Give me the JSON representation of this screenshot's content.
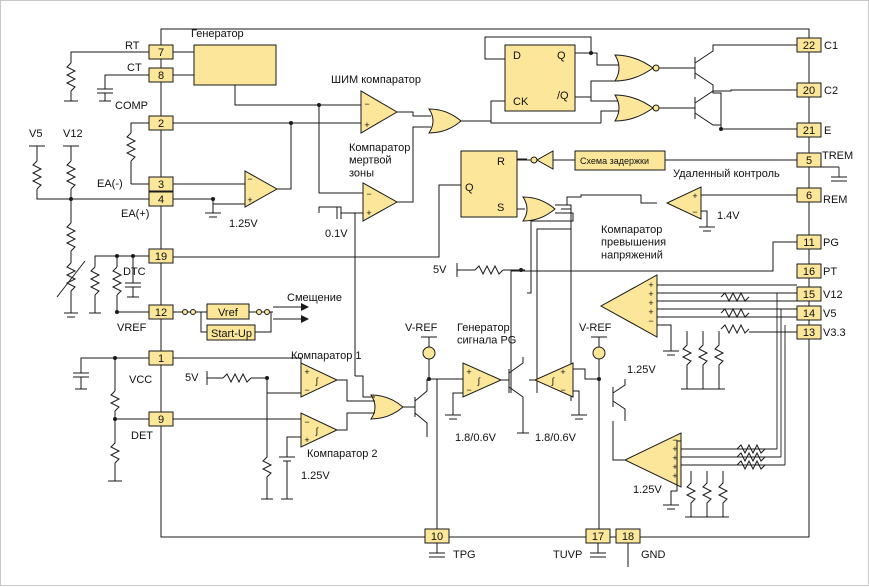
{
  "pins": {
    "RT": {
      "num": "7",
      "label": "RT"
    },
    "CT": {
      "num": "8",
      "label": "CT"
    },
    "COMP": {
      "num": "2",
      "label": "COMP"
    },
    "EAm": {
      "num": "3",
      "label": "EA(-)"
    },
    "EAp": {
      "num": "4",
      "label": "EA(+)"
    },
    "DTC": {
      "num": "19",
      "label": "DTC"
    },
    "VREF": {
      "num": "12",
      "label": "VREF"
    },
    "VCC": {
      "num": "1",
      "label": "VCC"
    },
    "DET": {
      "num": "9",
      "label": "DET"
    },
    "TPG": {
      "num": "10",
      "label": "TPG"
    },
    "TUVP": {
      "num": "17",
      "label": "TUVP"
    },
    "GND": {
      "num": "18",
      "label": "GND"
    },
    "C1": {
      "num": "22",
      "label": "C1"
    },
    "C2": {
      "num": "20",
      "label": "C2"
    },
    "E": {
      "num": "21",
      "label": "E"
    },
    "TREM": {
      "num": "5",
      "label": "TREM"
    },
    "REM": {
      "num": "6",
      "label": "REM"
    },
    "PG": {
      "num": "11",
      "label": "PG"
    },
    "PT": {
      "num": "16",
      "label": "PT"
    },
    "V12": {
      "num": "15",
      "label": "V12"
    },
    "V5": {
      "num": "14",
      "label": "V5"
    },
    "V33": {
      "num": "13",
      "label": "V3.3"
    }
  },
  "labels": {
    "generator": "Генератор",
    "pwm_comparator": "ШИМ компаратор",
    "deadtime_comparator": "Компаратор\nмертвой\nзоны",
    "delay_circuit": "Схема задержки",
    "remote_control": "Удаленный контроль",
    "ov_comparator": "Компаратор\nпревышения\nнапряжений",
    "bias": "Смещение",
    "vref_block": "Vref",
    "startup_block": "Start-Up",
    "comparator1": "Компаратор 1",
    "comparator2": "Компаратор 2",
    "pg_generator": "Генератор\nсигнала PG",
    "vref_left": "V-REF",
    "vref_right": "V-REF",
    "ff_d": "D",
    "ff_ck": "CK",
    "ff_q": "Q",
    "ff_nq": "/Q",
    "rs_r": "R",
    "rs_s": "S",
    "rs_q": "Q",
    "v_1_25_ea": "1.25V",
    "v_0_1": "0.1V",
    "v_1_4": "1.4V",
    "v_5_ov": "5V",
    "v_5_cmp": "5V",
    "v_1_25_cmp": "1.25V",
    "v_1_25_ov": "1.25V",
    "v_1_25_uv": "1.25V",
    "v_1_8_pg": "1.8/0.6V",
    "v_1_8_uv": "1.8/0.6V",
    "ext_v5": "V5",
    "ext_v12": "V12"
  }
}
